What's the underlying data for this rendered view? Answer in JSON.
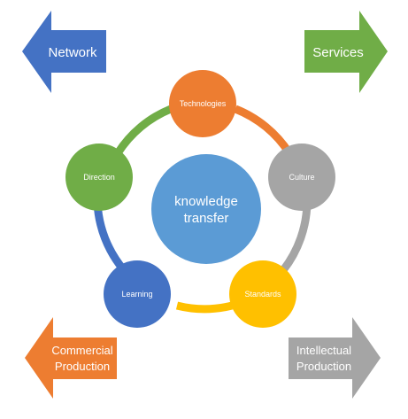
{
  "center": {
    "line1": "knowledge",
    "line2": "transfer",
    "color": "#5B9BD5"
  },
  "nodes": [
    {
      "id": "technologies",
      "label": "Technologies",
      "color": "#ED7D31"
    },
    {
      "id": "culture",
      "label": "Culture",
      "color": "#A5A5A5"
    },
    {
      "id": "standards",
      "label": "Standards",
      "color": "#FFC000"
    },
    {
      "id": "learning",
      "label": "Learning",
      "color": "#4472C4"
    },
    {
      "id": "direction",
      "label": "Direction",
      "color": "#70AD47"
    }
  ],
  "arrows": {
    "network": {
      "label": "Network",
      "color": "#4472C4",
      "direction": "left"
    },
    "services": {
      "label": "Services",
      "color": "#70AD47",
      "direction": "right"
    },
    "commercial": {
      "line1": "Commercial",
      "line2": "Production",
      "color": "#ED7D31",
      "direction": "left"
    },
    "intellectual": {
      "line1": "Intellectual",
      "line2": "Production",
      "color": "#A5A5A5",
      "direction": "right"
    }
  }
}
